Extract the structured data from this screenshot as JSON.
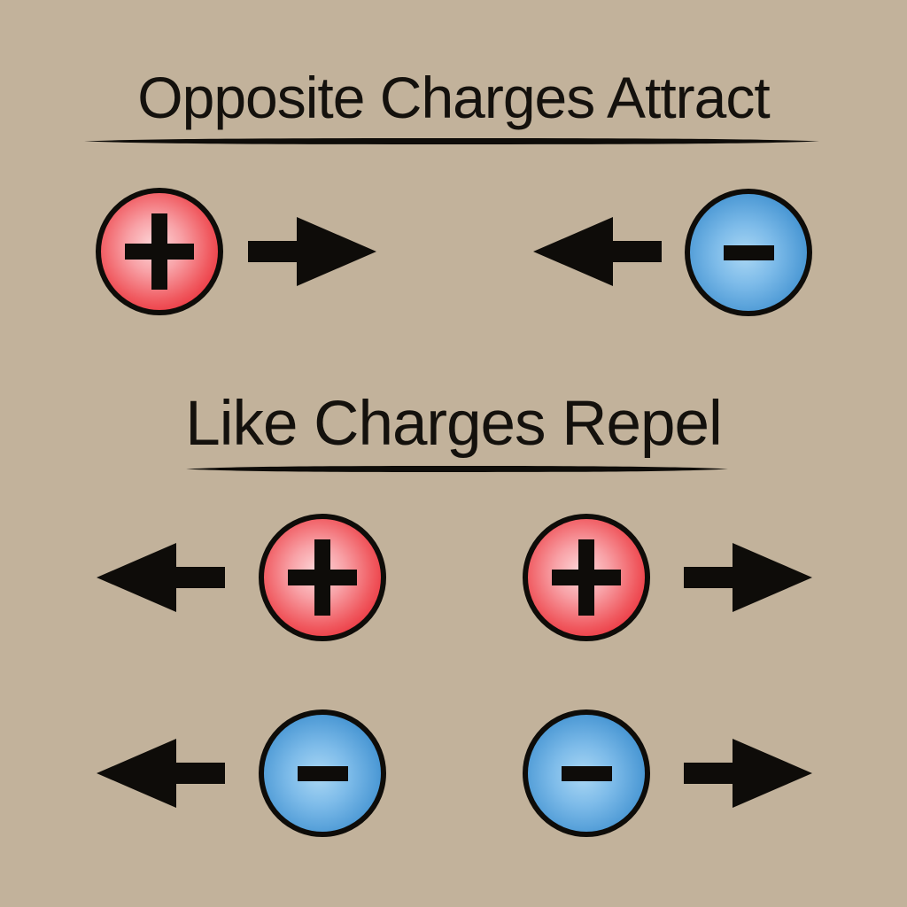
{
  "page": {
    "background_color": "#c2b29b",
    "foreground_color": "#0e0c09"
  },
  "sections": {
    "attract": {
      "title": "Opposite Charges Attract",
      "description_from_pixels": "positive charge with arrow pointing right toward a negative charge with arrow pointing left",
      "items": [
        {
          "icon": "positive-charge-icon",
          "symbol": "+"
        },
        {
          "icon": "arrow-right-icon"
        },
        {
          "icon": "arrow-left-icon"
        },
        {
          "icon": "negative-charge-icon",
          "symbol": "−"
        }
      ]
    },
    "repel": {
      "title": "Like Charges Repel",
      "rows": [
        {
          "items": [
            {
              "icon": "arrow-left-icon"
            },
            {
              "icon": "positive-charge-icon",
              "symbol": "+"
            },
            {
              "icon": "positive-charge-icon",
              "symbol": "+"
            },
            {
              "icon": "arrow-right-icon"
            }
          ]
        },
        {
          "items": [
            {
              "icon": "arrow-left-icon"
            },
            {
              "icon": "negative-charge-icon",
              "symbol": "−"
            },
            {
              "icon": "negative-charge-icon",
              "symbol": "−"
            },
            {
              "icon": "arrow-right-icon"
            }
          ]
        }
      ]
    }
  },
  "colors": {
    "positive_charge_edge": "#e8212a",
    "positive_charge_highlight": "#fdd8da",
    "negative_charge_edge": "#2e81c4",
    "negative_charge_highlight": "#aad7f4",
    "outline_and_symbols": "#0e0c09",
    "title_text": "#14110d"
  }
}
